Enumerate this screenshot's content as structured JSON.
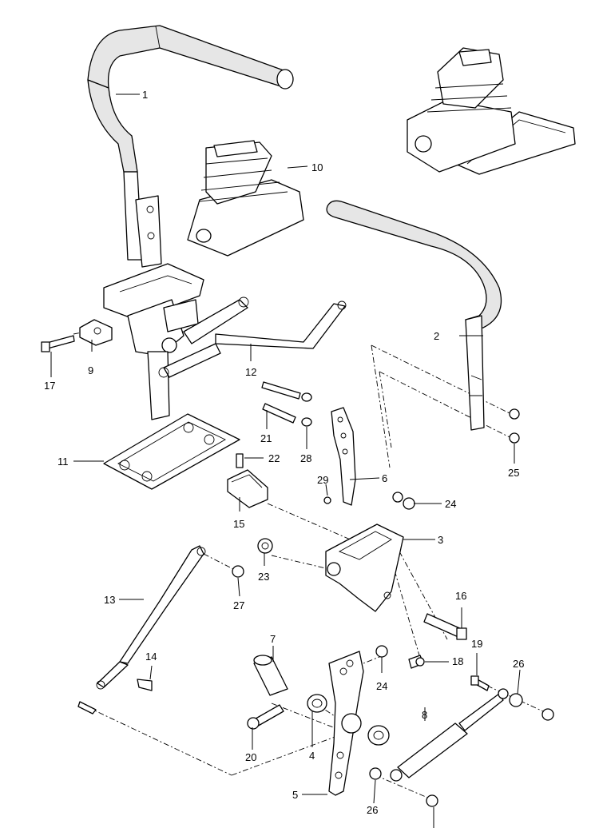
{
  "diagram": {
    "part_labels": [
      "1",
      "2",
      "3",
      "4",
      "5",
      "6",
      "7",
      "8",
      "9",
      "10",
      "11",
      "12",
      "13",
      "14",
      "15",
      "16",
      "17",
      "18",
      "19",
      "20",
      "21",
      "22",
      "23",
      "24",
      "24",
      "25",
      "26",
      "26",
      "27",
      "28",
      "29"
    ]
  }
}
